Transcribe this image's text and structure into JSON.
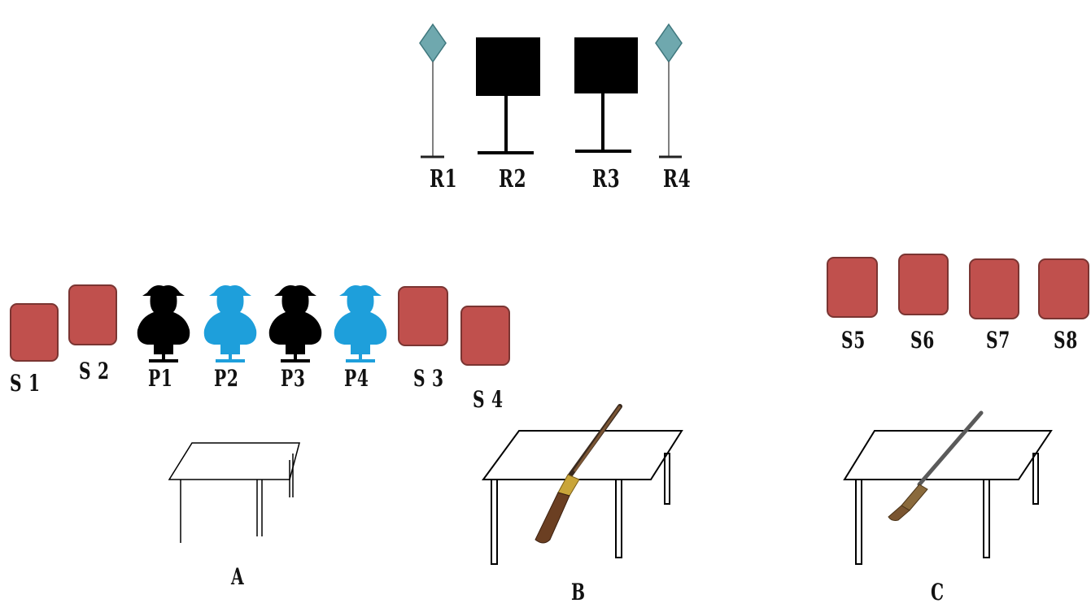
{
  "colors": {
    "steel_fill": "#c0504d",
    "steel_border": "#7a3532",
    "diamond_fill": "#6fa8ae",
    "popper_black": "#000000",
    "popper_blue": "#1e9fdb",
    "target_black": "#000000"
  },
  "rifle_targets": [
    {
      "id": "R1",
      "label": "R1",
      "shape": "diamond"
    },
    {
      "id": "R2",
      "label": "R2",
      "shape": "square"
    },
    {
      "id": "R3",
      "label": "R3",
      "shape": "square"
    },
    {
      "id": "R4",
      "label": "R4",
      "shape": "diamond"
    }
  ],
  "shotgun_targets_left": [
    {
      "id": "S1",
      "label": "S 1"
    },
    {
      "id": "S2",
      "label": "S 2"
    },
    {
      "id": "S3",
      "label": "S 3"
    },
    {
      "id": "S4",
      "label": "S 4"
    }
  ],
  "pistol_targets": [
    {
      "id": "P1",
      "label": "P1",
      "color": "black"
    },
    {
      "id": "P2",
      "label": "P2",
      "color": "blue"
    },
    {
      "id": "P3",
      "label": "P3",
      "color": "black"
    },
    {
      "id": "P4",
      "label": "P4",
      "color": "blue"
    }
  ],
  "shotgun_targets_right": [
    {
      "id": "S5",
      "label": "S5"
    },
    {
      "id": "S6",
      "label": "S6"
    },
    {
      "id": "S7",
      "label": "S7"
    },
    {
      "id": "S8",
      "label": "S8"
    }
  ],
  "tables": [
    {
      "id": "A",
      "label": "A",
      "item": "none"
    },
    {
      "id": "B",
      "label": "B",
      "item": "rifle-icon"
    },
    {
      "id": "C",
      "label": "C",
      "item": "shotgun-icon"
    }
  ]
}
